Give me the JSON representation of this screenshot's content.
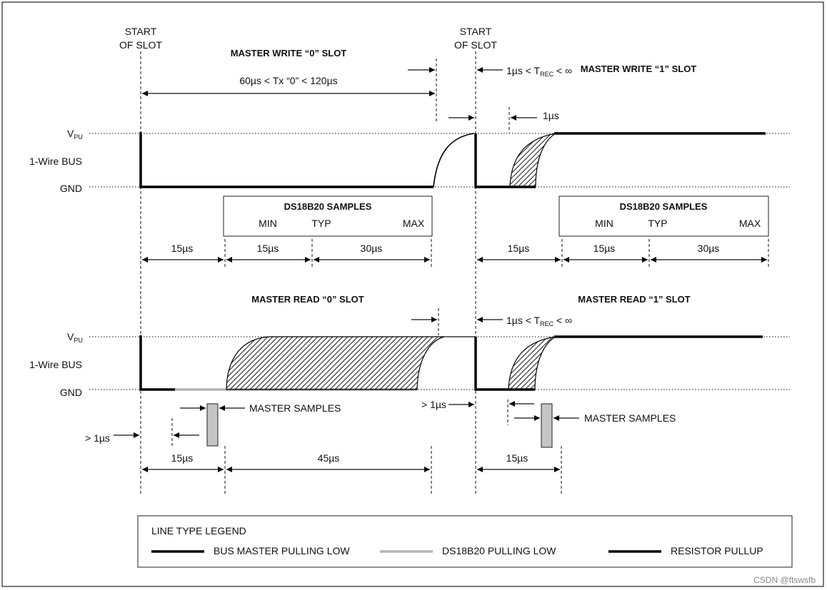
{
  "labels": {
    "start_of_slot_line1": "START",
    "start_of_slot_line2": "OF SLOT",
    "vpu_v": "V",
    "vpu_sub": "PU",
    "one_wire_bus": "1-Wire BUS",
    "gnd": "GND",
    "ds18b20_samples": "DS18B20 SAMPLES",
    "min": "MIN",
    "typ": "TYP",
    "max": "MAX",
    "master_samples": "MASTER SAMPLES",
    "trec_prefix": "1µs < T",
    "trec_sub": "REC",
    "trec_suffix": " < ∞"
  },
  "write_section": {
    "title0": "MASTER WRITE “0” SLOT",
    "title1": "MASTER WRITE “1” SLOT",
    "tx0": "60µs < Tx “0” < 120µs",
    "one_us": "1µs",
    "seg_a": "15µs",
    "seg_b": "15µs",
    "seg_c": "30µs",
    "seg_d": "15µs",
    "seg_e": "15µs",
    "seg_f": "30µs"
  },
  "read_section": {
    "title0": "MASTER READ “0” SLOT",
    "title1": "MASTER READ “1” SLOT",
    "gt1us_right": "> 1µs",
    "gt1us_left": "> 1µs",
    "seg_a": "15µs",
    "seg_b": "45µs",
    "seg_c": "15µs"
  },
  "legend": {
    "title": "LINE TYPE LEGEND",
    "bus_master": "BUS MASTER PULLING LOW",
    "ds18b20": "DS18B20 PULLING LOW",
    "pullup": "RESISTOR PULLUP"
  },
  "watermark": "CSDN @ftswsfb",
  "colors": {
    "line": "#000000",
    "ds18b20_line": "#b4b4b4",
    "sample_fill": "#c4c4c4"
  }
}
